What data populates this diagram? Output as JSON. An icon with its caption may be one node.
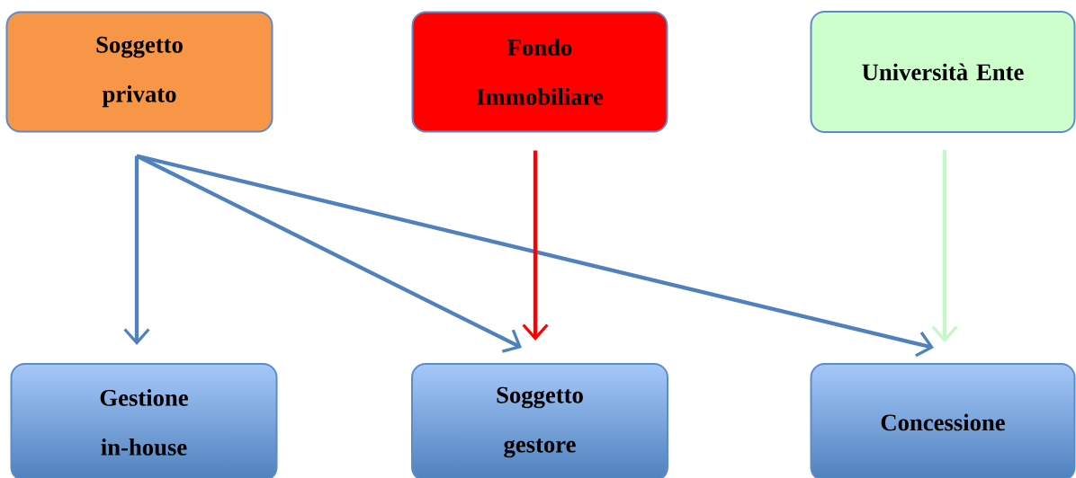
{
  "diagram": {
    "nodes": [
      {
        "text": [
          "Soggetto privato"
        ]
      },
      {
        "text": [
          "Fondo Immobiliare"
        ]
      },
      {
        "text": [
          "Università Ente"
        ]
      },
      {
        "text": [
          "Gestione in-house"
        ]
      },
      {
        "text": [
          "Soggetto gestore"
        ]
      },
      {
        "text": [
          "Concessione"
        ]
      }
    ],
    "edges": [
      {
        "from": 0,
        "to": 3,
        "arrow": "to"
      },
      {
        "from": 0,
        "to": 4,
        "arrow": "to"
      },
      {
        "from": 0,
        "to": 5,
        "arrow": "to"
      },
      {
        "from": 1,
        "to": 4,
        "arrow": "to",
        "color": "#ff0000"
      },
      {
        "from": 2,
        "to": 5,
        "arrow": "to",
        "color": "#c6f7c6"
      }
    ]
  }
}
